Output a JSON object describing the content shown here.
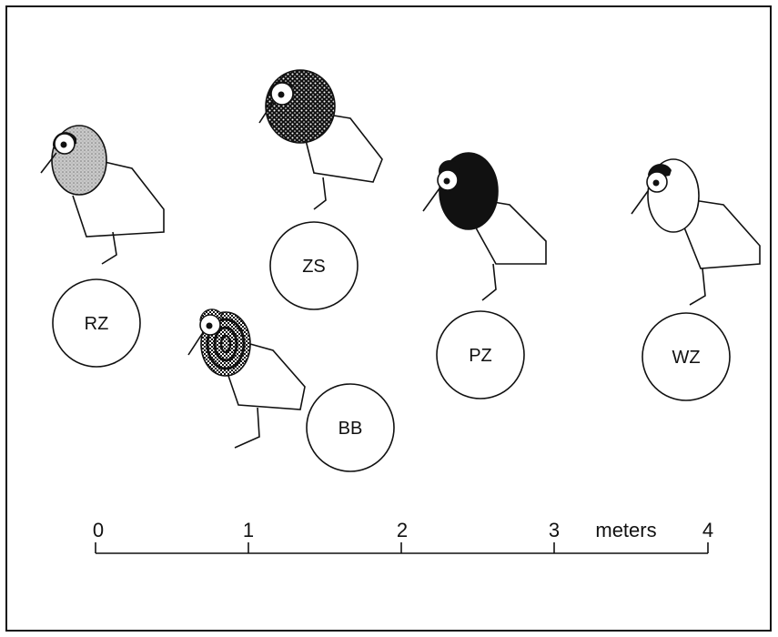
{
  "figure": {
    "birds": [
      {
        "id": "rz",
        "label": "RZ",
        "head_pattern": "gray-stipple",
        "cap": "black"
      },
      {
        "id": "zs",
        "label": "ZS",
        "head_pattern": "dotted-black",
        "cap": "black"
      },
      {
        "id": "bb",
        "label": "BB",
        "head_pattern": "concentric-rings",
        "cap": "patterned"
      },
      {
        "id": "pz",
        "label": "PZ",
        "head_pattern": "solid-black",
        "cap": "black"
      },
      {
        "id": "wz",
        "label": "WZ",
        "head_pattern": "white",
        "cap": "black"
      }
    ],
    "scale": {
      "ticks": [
        "0",
        "1",
        "2",
        "3",
        "4"
      ],
      "unit": "meters"
    },
    "colors": {
      "ink": "#111111",
      "stipple": "#b8b8b8",
      "paper": "#ffffff"
    }
  }
}
